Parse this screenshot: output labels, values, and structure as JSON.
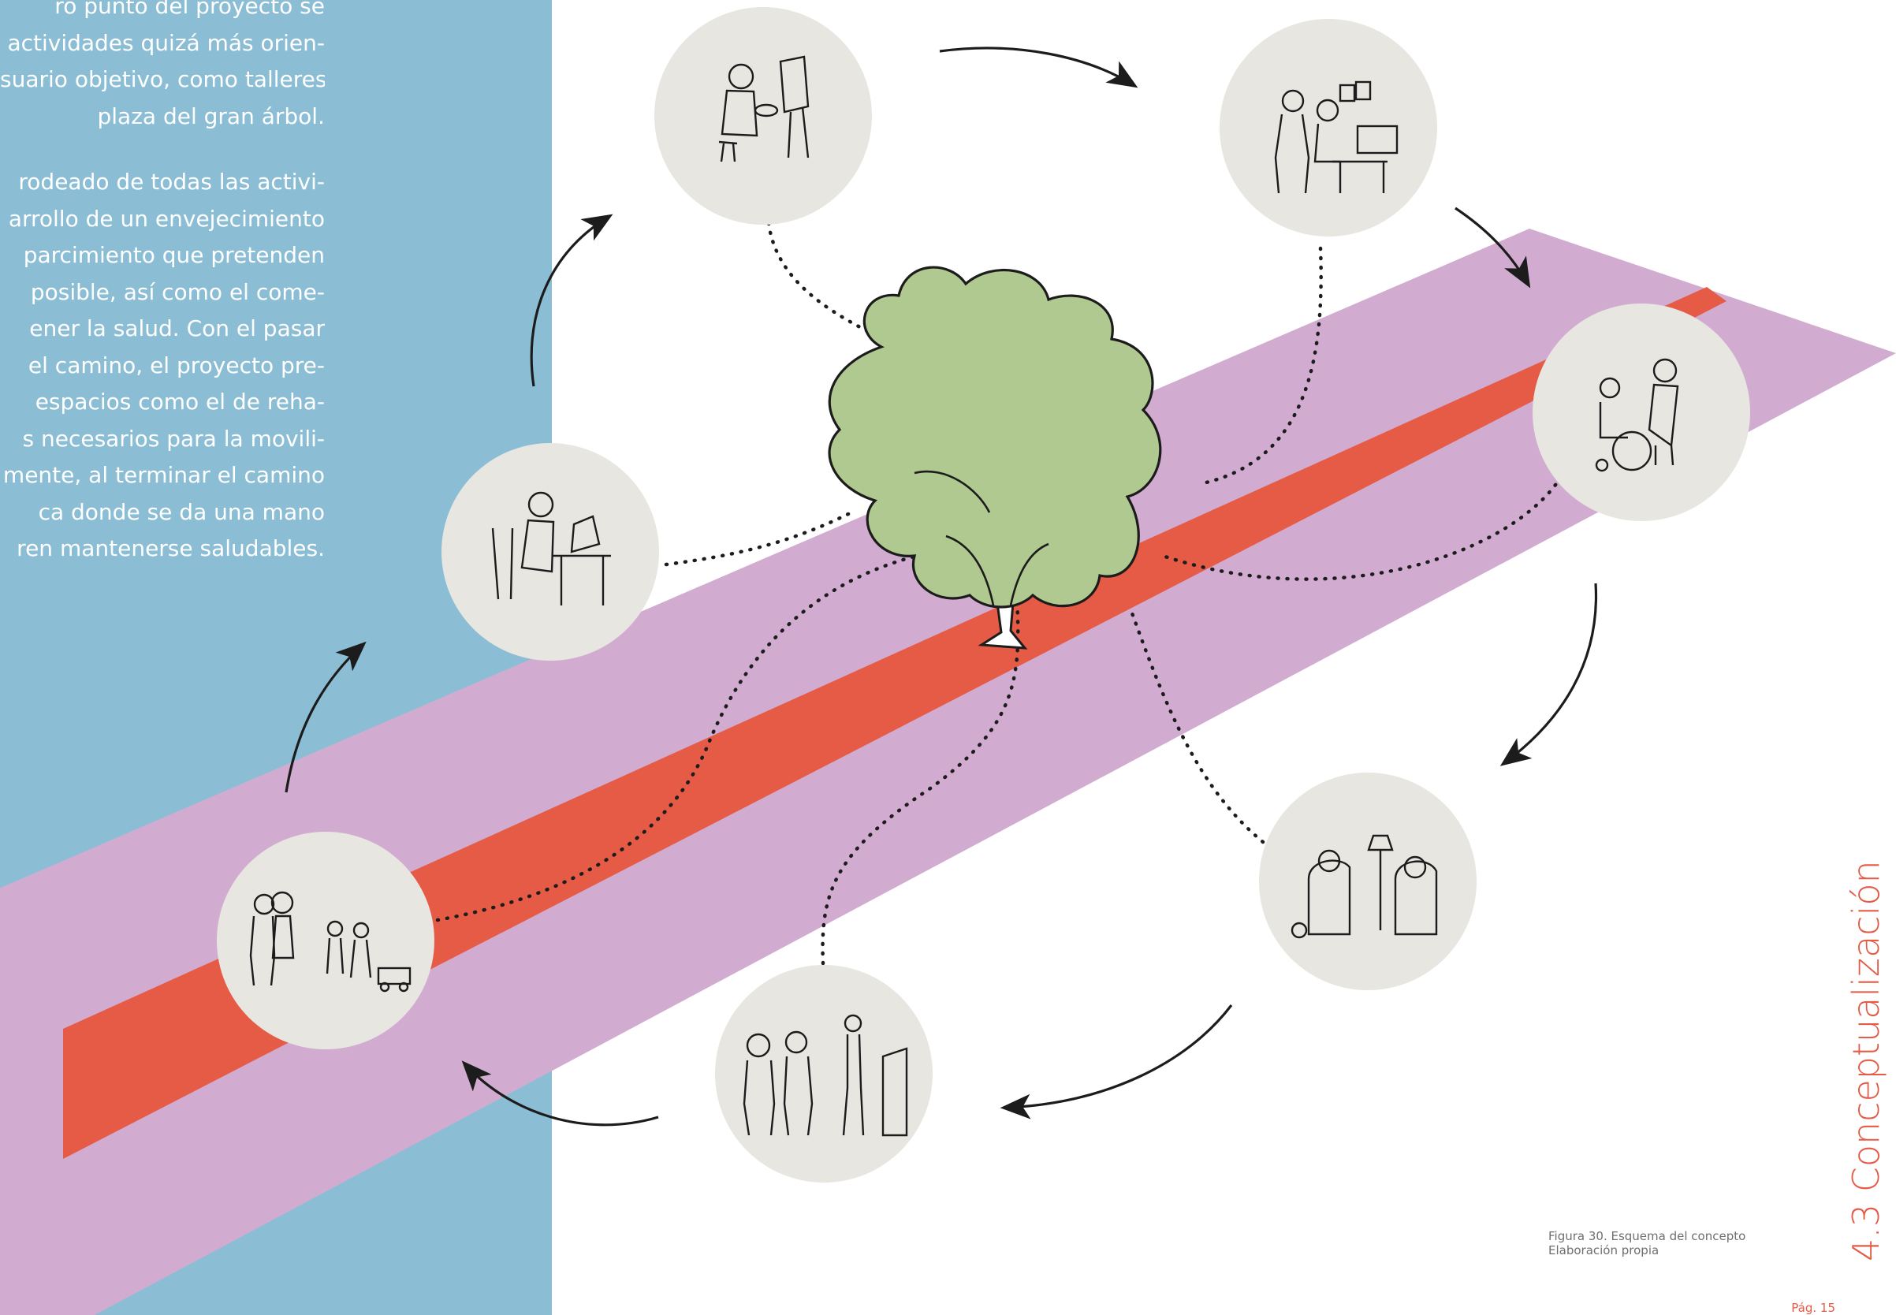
{
  "text_block": {
    "paragraph_1": [
      "ro punto del proyecto se",
      "actividades quizá más orien-",
      "suario objetivo, como talleres,",
      "plaza del gran árbol."
    ],
    "paragraph_2": [
      "rodeado de todas las activi-",
      "arrollo de un envejecimiento",
      "parcimiento que pretenden",
      "posible, así como el come-",
      "ener la salud.  Con el pasar",
      "el camino, el proyecto pre-",
      "espacios como el de reha-",
      "s necesarios para la movili-",
      "mente, al terminar el camino",
      "ca donde se da una mano",
      "ren mantenerse saludables."
    ]
  },
  "figure": {
    "caption_line_1": "Figura 30. Esquema del concepto",
    "caption_line_2": "Elaboración propia"
  },
  "section_title": "4.3  Conceptualización",
  "page_number": "Pág. 15",
  "colors": {
    "panel_blue": "#8bbed5",
    "path_purple": "#d1acd0",
    "path_red": "#e55b45",
    "tree_green": "#afc990",
    "circle_gray": "#e7e6e1",
    "line_dark": "#1c1c1c",
    "accent_red": "#e55b45"
  },
  "activities": [
    {
      "icon": "elderly-woman-painting-icon"
    },
    {
      "icon": "elderly-couple-computer-icon"
    },
    {
      "icon": "caregiver-wheelchair-icon"
    },
    {
      "icon": "elderly-couple-reading-lounge-icon"
    },
    {
      "icon": "elderly-couple-atm-icon"
    },
    {
      "icon": "grandparents-with-grandchildren-icon"
    },
    {
      "icon": "elderly-man-woodworking-icon"
    }
  ],
  "central_element": {
    "icon": "big-tree-icon"
  }
}
